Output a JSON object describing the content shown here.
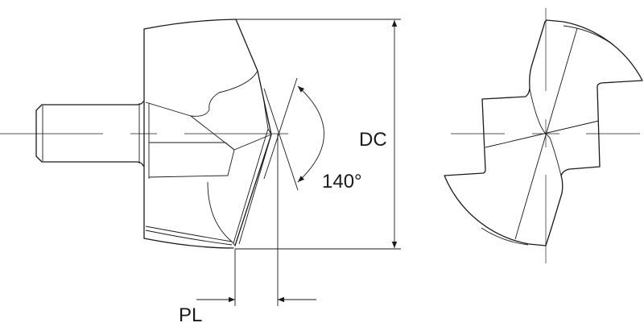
{
  "labels": {
    "diameter": "DC",
    "point_angle": "140°",
    "point_length": "PL"
  },
  "views": [
    "side-view",
    "end-view"
  ],
  "line_color": "#1a1a1a"
}
